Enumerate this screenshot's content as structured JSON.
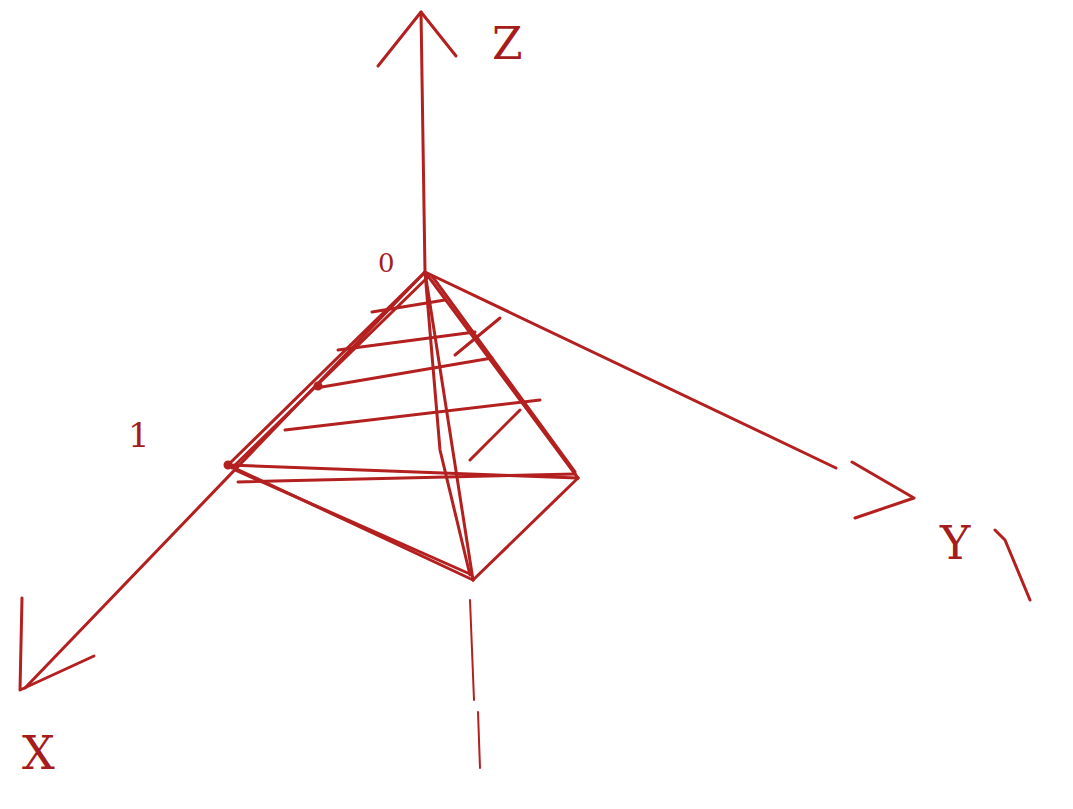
{
  "diagram": {
    "labels": [
      "Z",
      "0",
      "1",
      "X",
      "Y"
    ]
  }
}
